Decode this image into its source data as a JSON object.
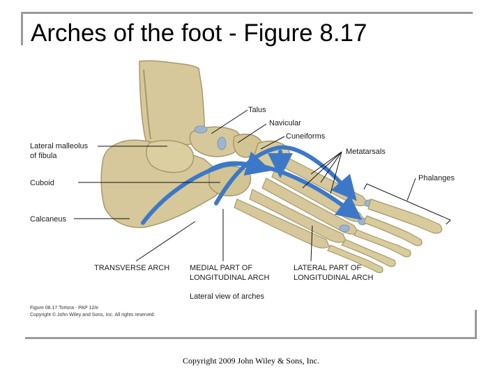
{
  "slide": {
    "title": "Arches of the foot - Figure 8.17",
    "footer": "Copyright 2009 John Wiley & Sons, Inc."
  },
  "figure": {
    "labels": {
      "talus": "Talus",
      "navicular": "Navicular",
      "cuneiforms": "Cuneiforms",
      "metatarsals": "Metatarsals",
      "phalanges": "Phalanges",
      "lateral_malleolus_1": "Lateral malleolus",
      "lateral_malleolus_2": "of fibula",
      "cuboid": "Cuboid",
      "calcaneus": "Calcaneus",
      "transverse_arch": "TRANSVERSE ARCH",
      "medial_arch_1": "MEDIAL PART OF",
      "medial_arch_2": "LONGITUDINAL ARCH",
      "lateral_arch_1": "LATERAL PART OF",
      "lateral_arch_2": "LONGITUDINAL ARCH",
      "view": "Lateral view of arches"
    },
    "caption_1": "Figure 08.17  Tortora - PAP 12/e",
    "caption_2": "Copyright © John Wiley and Sons, Inc. All rights reserved.",
    "colors": {
      "bone": "#d6c89a",
      "bone_shadow": "#a8976a",
      "cartilage": "#9fb4cf",
      "arch_arrow": "#3d78c8"
    }
  }
}
